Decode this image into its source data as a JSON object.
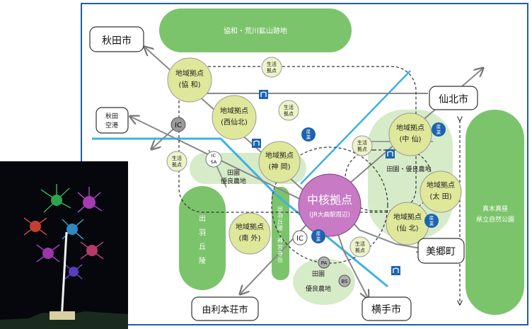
{
  "map": {
    "zones": {
      "kyowa_ruins": "協和・荒川鉱山跡地",
      "dewa_hills": [
        "出",
        "羽",
        "丘",
        "陵"
      ],
      "kandai_hills": [
        "出",
        "羽",
        "丘",
        "陵",
        "・",
        "神",
        "宮",
        "寺",
        "岳"
      ],
      "park": [
        "真木真昼",
        "県立自然公園"
      ],
      "farm_kamioka": [
        "田園",
        "優良農地"
      ],
      "farm_east": "田園・優良農地",
      "farm_south": [
        "田園",
        "優良農地"
      ]
    },
    "cities": {
      "akita": "秋田市",
      "senboku": "仙北市",
      "misato": "美郷町",
      "yurihonjo": "由利本荘市",
      "yokote": "横手市",
      "airport": [
        "秋田",
        "空港"
      ]
    },
    "core": {
      "title": "中核拠点",
      "subtitle": "(JR大曲駅周辺)"
    },
    "regional_nodes": [
      {
        "id": "kyowa",
        "title": "地域拠点",
        "name": "(協 和)"
      },
      {
        "id": "nishisenboku",
        "title": "地域拠点",
        "name": "(西仙北)"
      },
      {
        "id": "kamioka",
        "title": "地域拠点",
        "name": "(神 岡)"
      },
      {
        "id": "nakasen",
        "title": "地域拠点",
        "name": "(中 仙)"
      },
      {
        "id": "ota",
        "title": "地域拠点",
        "name": "(太 田)"
      },
      {
        "id": "semboku",
        "title": "地域拠点",
        "name": "(仙 北)"
      },
      {
        "id": "nangai",
        "title": "地域拠点",
        "name": "(南 外)"
      }
    ],
    "life_label": [
      "生活",
      "拠点"
    ],
    "industry_label": [
      "産",
      "業"
    ],
    "road_labels": {
      "ic": "IC",
      "icsa_top": "IC",
      "icsa_bottom": "SA",
      "pa": "PA",
      "bs": "BS"
    }
  },
  "colors": {
    "frame": "#1f5fa8",
    "zone_green": "#7cc46b",
    "zone_light": "#d6ebc8",
    "node_yellow": "#dfe89a",
    "core_purple": "#c87ac4",
    "river_blue": "#3db1e6",
    "industry_blue": "#1d63b0"
  }
}
